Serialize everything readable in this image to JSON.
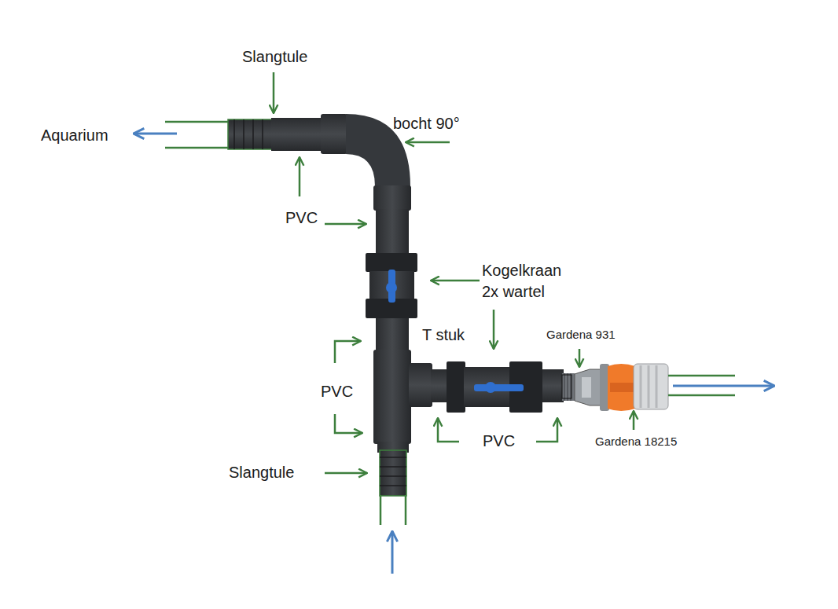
{
  "diagram": {
    "labels": [
      "Slangtule",
      "Aquarium",
      "bocht 90°",
      "PVC",
      "Kogelkraan 2x wartel",
      "T stuk",
      "Gardena 931",
      "PVC",
      "PVC",
      "Gardena 18215",
      "Slangtule"
    ]
  }
}
